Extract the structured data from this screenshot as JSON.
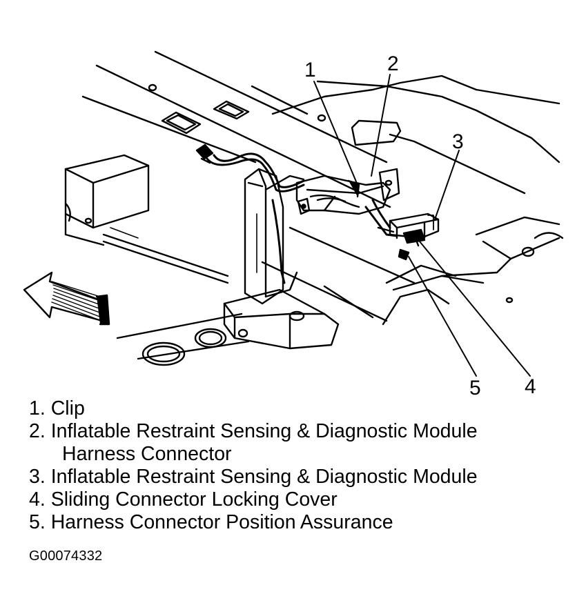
{
  "callouts": [
    "1",
    "2",
    "3",
    "4",
    "5"
  ],
  "legend": [
    {
      "number": "1.",
      "text": "Clip"
    },
    {
      "number": "2.",
      "text": "Inflatable Restraint Sensing & Diagnostic Module",
      "continuation": "Harness Connector"
    },
    {
      "number": "3.",
      "text": "Inflatable Restraint Sensing & Diagnostic Module"
    },
    {
      "number": "4.",
      "text": "Sliding Connector Locking Cover"
    },
    {
      "number": "5.",
      "text": "Harness Connector Position Assurance"
    }
  ],
  "figure_id": "G00074332",
  "colors": {
    "ink": "#000000",
    "paper": "#ffffff"
  },
  "icons": {
    "direction_arrow": "arrow-left-icon"
  }
}
